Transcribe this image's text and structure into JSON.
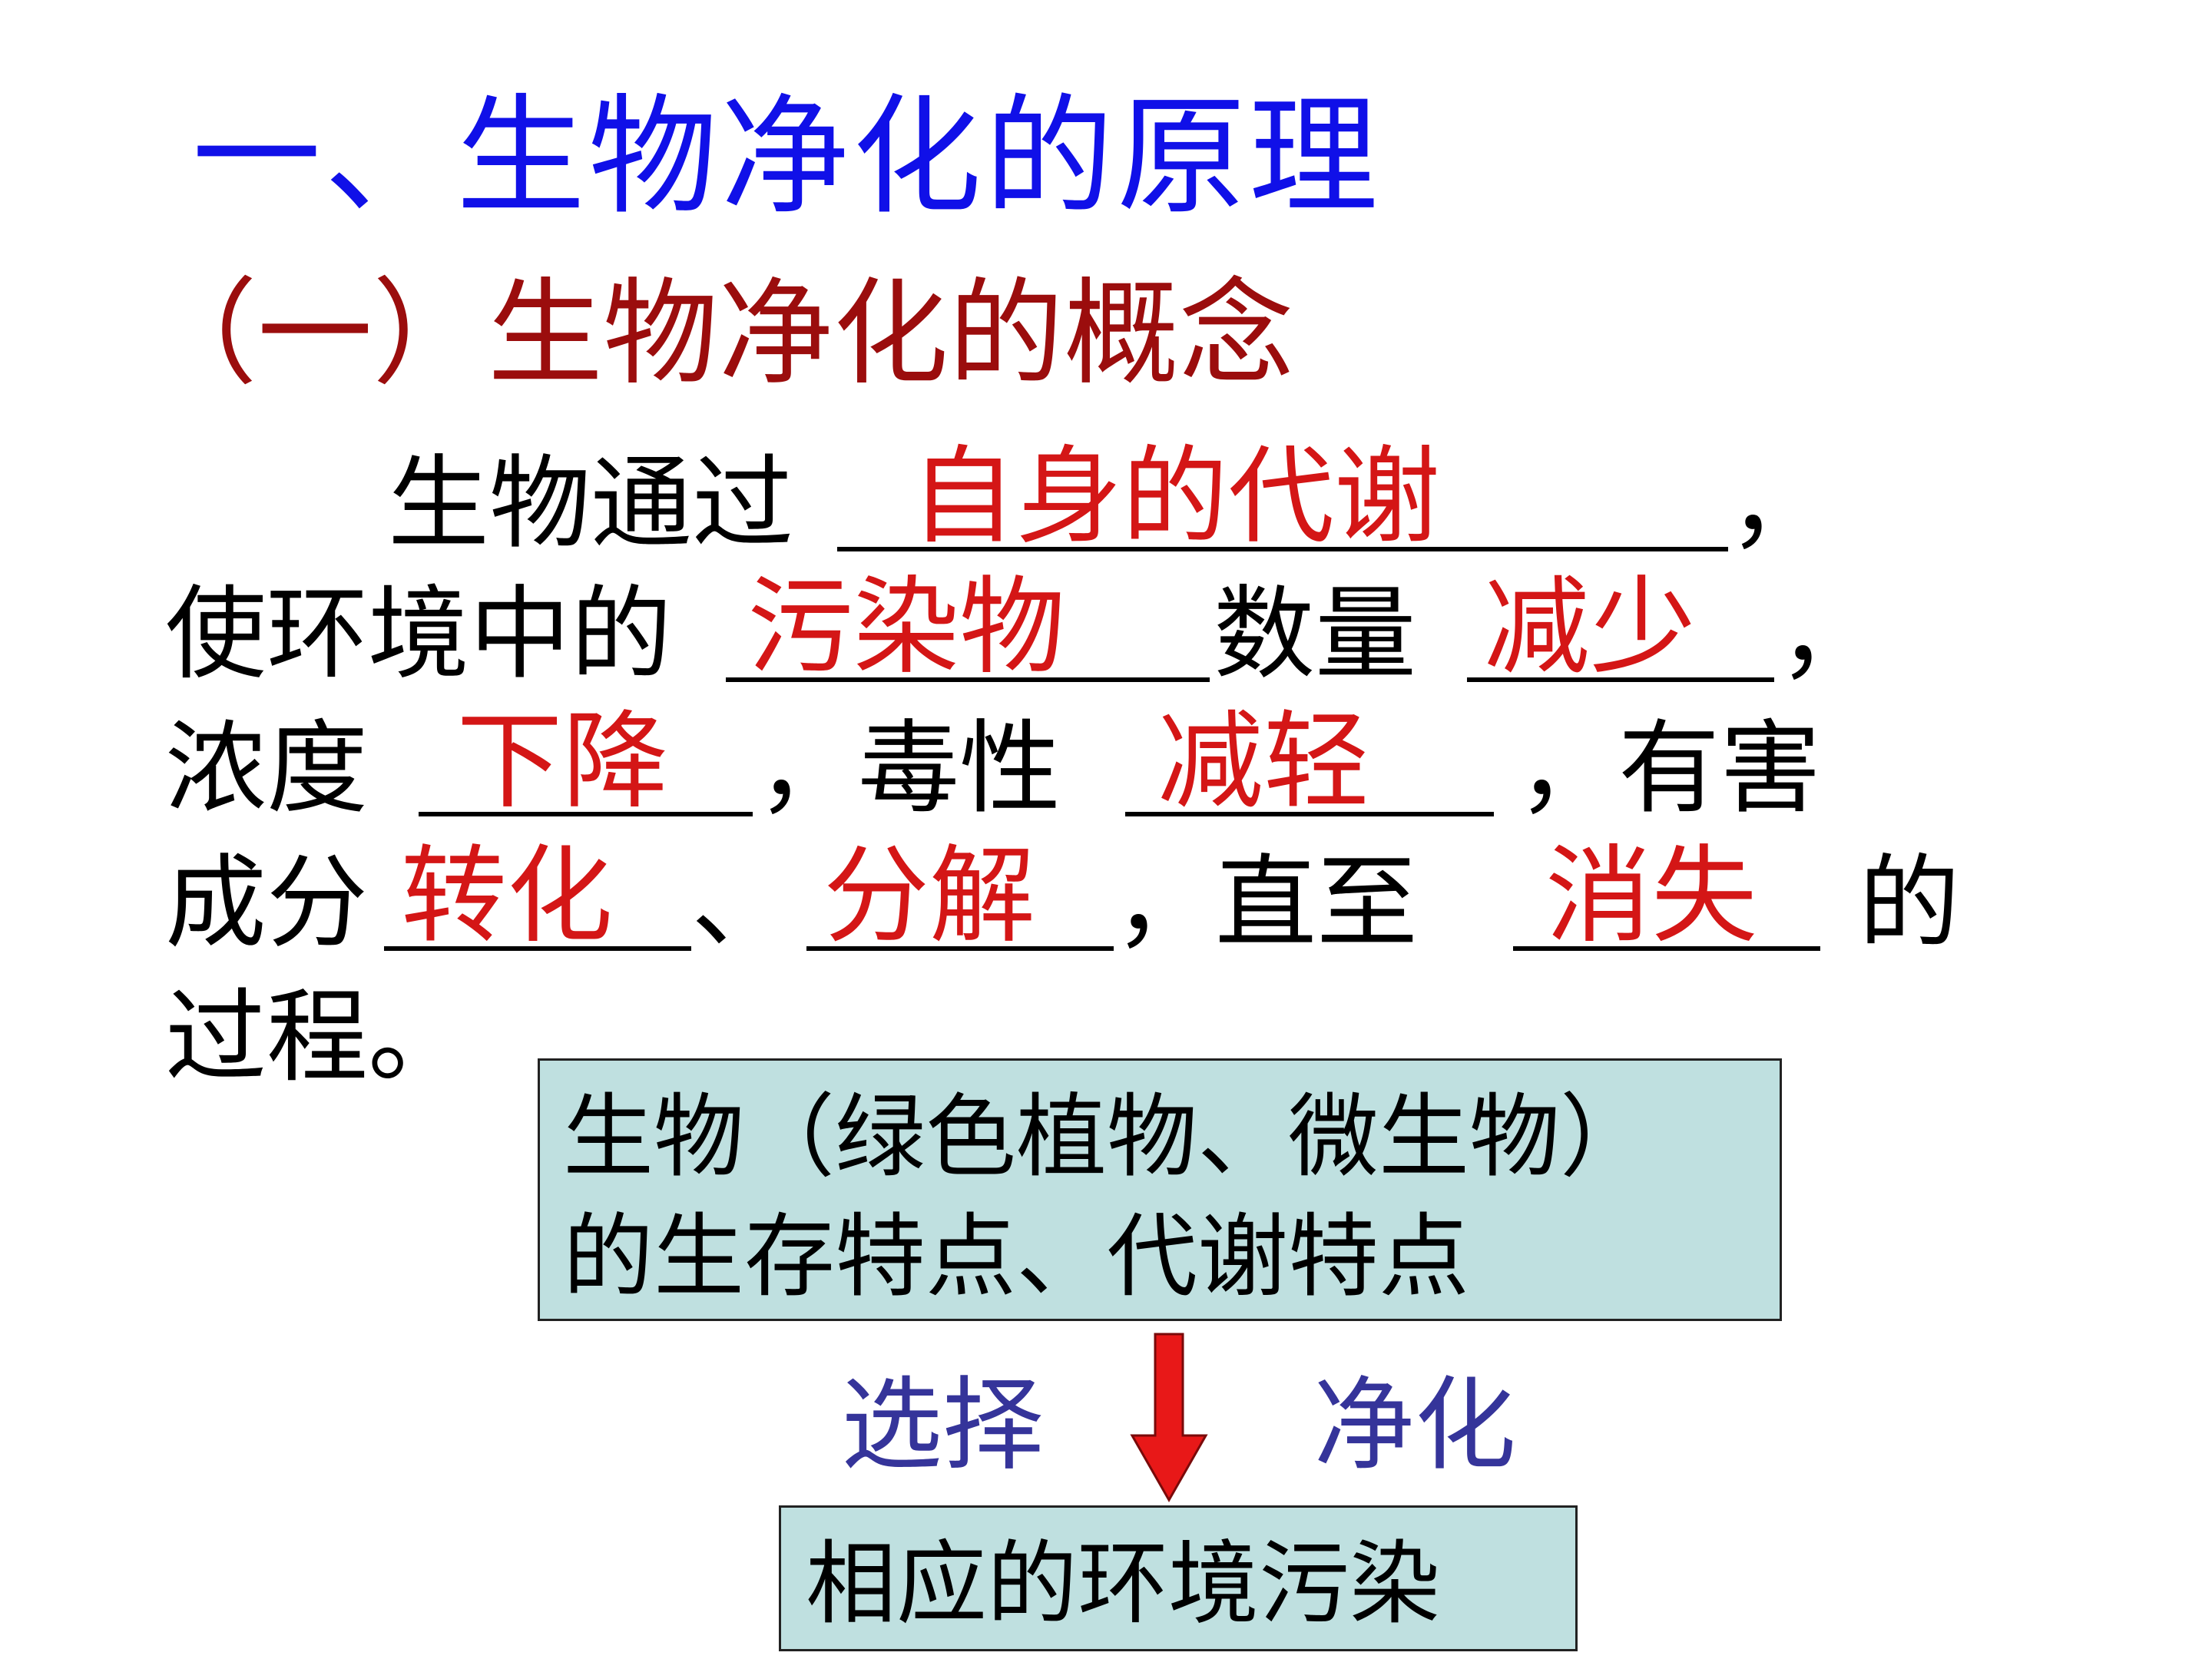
{
  "title": "一、生物净化的原理",
  "subtitle": "（一）生物净化的概念",
  "lines": {
    "l1": {
      "text_a": "生物通过",
      "blank_1": "自身的代谢",
      "text_b": "，"
    },
    "l2": {
      "text_a": "使环境中的",
      "blank_1": "污染物",
      "text_b": "数量",
      "blank_2": "减少",
      "text_c": "，"
    },
    "l3": {
      "text_a": "浓度",
      "blank_1": "下降",
      "text_b": "，毒性",
      "blank_2": "减轻",
      "text_c": "，有害"
    },
    "l4": {
      "text_a": "成分",
      "blank_1": "转化",
      "text_b": "、",
      "blank_2": "分解",
      "text_c": "，直至",
      "blank_3": "消失",
      "text_d": "的"
    },
    "l5": {
      "text_a": "过程。"
    }
  },
  "diagram": {
    "box_top_line1": "生物（绿色植物、微生物）",
    "box_top_line2": "的生存特点、代谢特点",
    "label_left": "选择",
    "label_right": "净化",
    "box_bottom": "相应的环境污染",
    "arrow_color": "#e81818"
  }
}
